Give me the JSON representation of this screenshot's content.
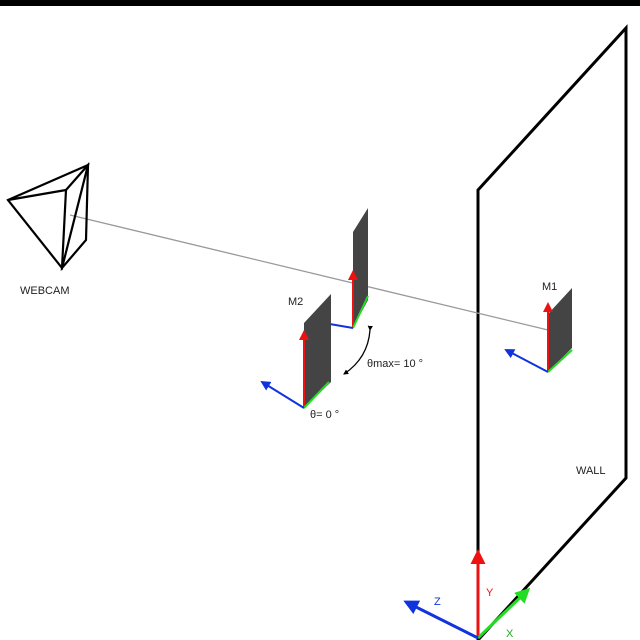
{
  "labels": {
    "webcam": "WEBCAM",
    "wall": "WALL",
    "m1": "M1",
    "m2": "M2",
    "theta_max": "θmax= 10 °",
    "theta_zero": "θ= 0 °",
    "axis_x": "X",
    "axis_y": "Y",
    "axis_z": "Z"
  },
  "colors": {
    "x_axis": "#22dd22",
    "y_axis": "#ee1111",
    "z_axis": "#1133dd",
    "mirror": "#444444",
    "outline": "#000000",
    "sight_line": "#999999"
  }
}
